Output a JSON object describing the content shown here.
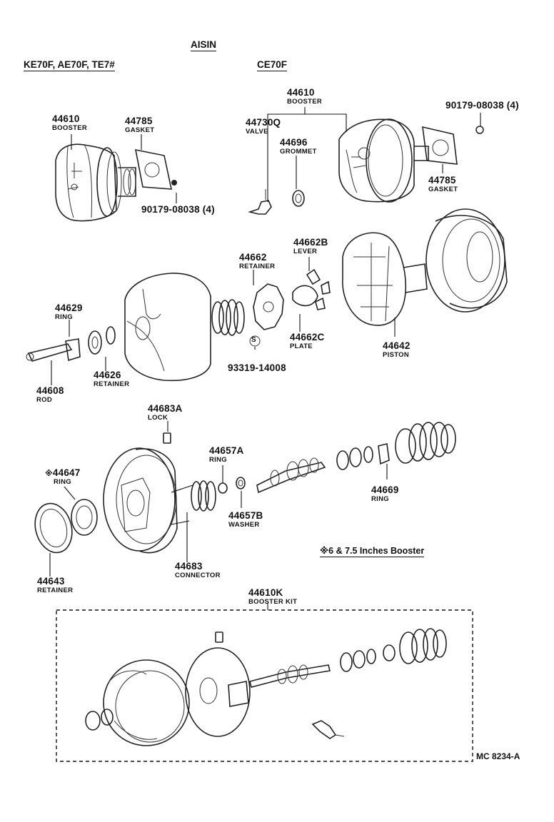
{
  "headers": {
    "brand": "AISIN",
    "left_models": "KE70F, AE70F, TE7#",
    "right_models": "CE70F"
  },
  "parts": [
    {
      "id": "p44610a",
      "number": "44610",
      "name": "BOOSTER"
    },
    {
      "id": "p44785a",
      "number": "44785",
      "name": "GASKET"
    },
    {
      "id": "p90179a",
      "number": "90179-08038 (4)",
      "name": ""
    },
    {
      "id": "p44610b",
      "number": "44610",
      "name": "BOOSTER"
    },
    {
      "id": "p44730",
      "number": "44730Q",
      "name": "VALVE"
    },
    {
      "id": "p44696",
      "number": "44696",
      "name": "GROMMET"
    },
    {
      "id": "p90179b",
      "number": "90179-08038 (4)",
      "name": ""
    },
    {
      "id": "p44785b",
      "number": "44785",
      "name": "GASKET"
    },
    {
      "id": "p44662",
      "number": "44662",
      "name": "RETAINER"
    },
    {
      "id": "p44662b",
      "number": "44662B",
      "name": "LEVER"
    },
    {
      "id": "p44662c",
      "number": "44662C",
      "name": "PLATE"
    },
    {
      "id": "p44629",
      "number": "44629",
      "name": "RING"
    },
    {
      "id": "p44626",
      "number": "44626",
      "name": "RETAINER"
    },
    {
      "id": "p44608",
      "number": "44608",
      "name": "ROD"
    },
    {
      "id": "p93319",
      "number": "93319-14008",
      "name": ""
    },
    {
      "id": "p44642",
      "number": "44642",
      "name": "PISTON"
    },
    {
      "id": "p44683a",
      "number": "44683A",
      "name": "LOCK"
    },
    {
      "id": "p44657a",
      "number": "44657A",
      "name": "RING"
    },
    {
      "id": "p44647",
      "number": "44647",
      "name": "RING"
    },
    {
      "id": "p44669",
      "number": "44669",
      "name": "RING"
    },
    {
      "id": "p44657b",
      "number": "44657B",
      "name": "WASHER"
    },
    {
      "id": "p44643",
      "number": "44643",
      "name": "RETAINER"
    },
    {
      "id": "p44683",
      "number": "44683",
      "name": "CONNECTOR"
    },
    {
      "id": "p44610k",
      "number": "44610K",
      "name": "BOOSTER KIT"
    }
  ],
  "marks": {
    "asterisk_prefix": "※",
    "s_symbol": "S"
  },
  "footnote": "※6 & 7.5 Inches Booster",
  "diagram_code": "MC 8234-A"
}
